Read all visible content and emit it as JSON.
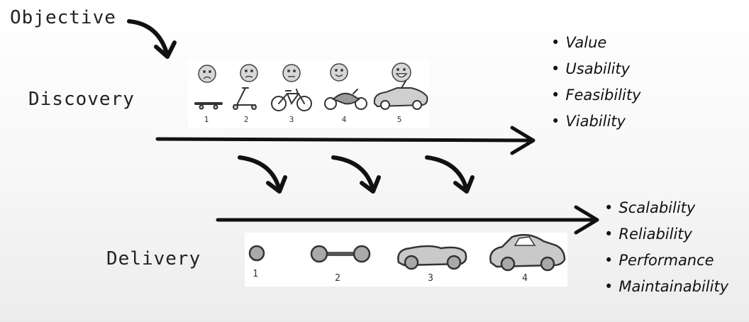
{
  "labels": {
    "objective": "Objective",
    "discovery": "Discovery",
    "delivery": "Delivery"
  },
  "discovery": {
    "steps": [
      "1",
      "2",
      "3",
      "4",
      "5"
    ],
    "vehicle_icons": [
      "skateboard-icon",
      "scooter-icon",
      "bicycle-icon",
      "motorcycle-icon",
      "convertible-car-icon"
    ],
    "face_icons": [
      "sad-face-icon",
      "unhappy-face-icon",
      "neutral-face-icon",
      "smiling-face-icon",
      "happy-face-icon"
    ],
    "qualities": [
      "Value",
      "Usability",
      "Feasibility",
      "Viability"
    ]
  },
  "delivery": {
    "steps": [
      "1",
      "2",
      "3",
      "4"
    ],
    "part_icons": [
      "wheel-icon",
      "axle-icon",
      "car-body-icon",
      "car-icon"
    ],
    "qualities": [
      "Scalability",
      "Reliability",
      "Performance",
      "Maintainability"
    ]
  }
}
